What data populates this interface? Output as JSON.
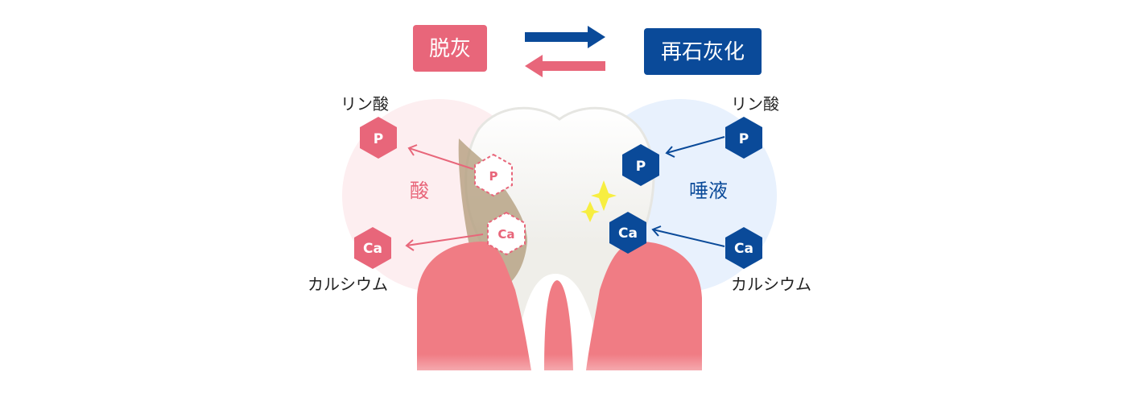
{
  "header": {
    "demineral_label": "脱灰",
    "remineral_label": "再石灰化"
  },
  "left": {
    "phosphate_label": "リン酸",
    "calcium_label": "カルシウム",
    "acid_label": "酸",
    "hex_p": "P",
    "hex_ca": "Ca",
    "dotted_p": "P",
    "dotted_ca": "Ca"
  },
  "right": {
    "phosphate_label": "リン酸",
    "calcium_label": "カルシウム",
    "saliva_label": "唾液",
    "hex_p_outer": "P",
    "hex_ca_outer": "Ca",
    "hex_p_inner": "P",
    "hex_ca_inner": "Ca"
  },
  "colors": {
    "pink": "#e8667a",
    "pink_light": "#fdeef0",
    "blue": "#0a4a99",
    "blue_light": "#e8f1fd",
    "gum": "#f07c84",
    "tooth": "#f2f2f0",
    "decay": "#b09a78",
    "sparkle": "#f7ee40"
  }
}
